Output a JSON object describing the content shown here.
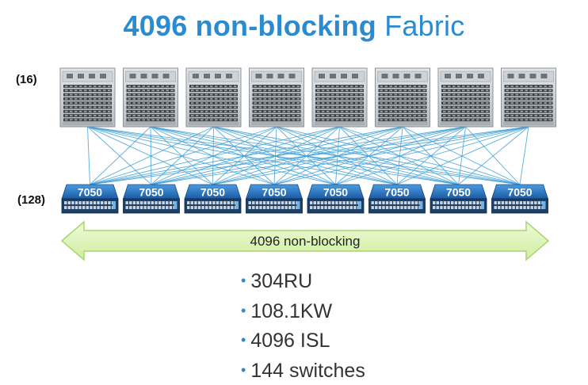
{
  "title": {
    "bold": "4096 non-blocking",
    "light": "Fabric"
  },
  "tiers": [
    {
      "label": "(16)",
      "kind": "spine",
      "count": 8
    },
    {
      "label": "(128)",
      "kind": "leaf",
      "count": 8,
      "model": "7050"
    }
  ],
  "arrow": {
    "label": "4096 non-blocking"
  },
  "bullets": [
    "304RU",
    "108.1KW",
    "4096 ISL",
    "144 switches"
  ],
  "colors": {
    "accent": "#2a8bd0",
    "link": "#3d9fd8",
    "arrow_fill": "#d9f2b4",
    "arrow_stroke": "#a9d66e",
    "leaf_body": "#1d5fa8"
  }
}
